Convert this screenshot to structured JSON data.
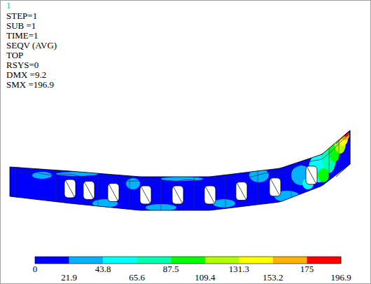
{
  "diagram": {
    "labels": [
      "1",
      "STEP=1",
      "SUB =1",
      "TIME=1",
      "SEQV    (AVG)",
      "TOP",
      "RSYS=0",
      "DMX =9.2",
      "SMX =196.9",
      "0",
      "21.9",
      "43.8",
      "65.6",
      "87.5",
      "109.4",
      "131.3",
      "153.2",
      "175",
      "196.9"
    ]
  }
}
